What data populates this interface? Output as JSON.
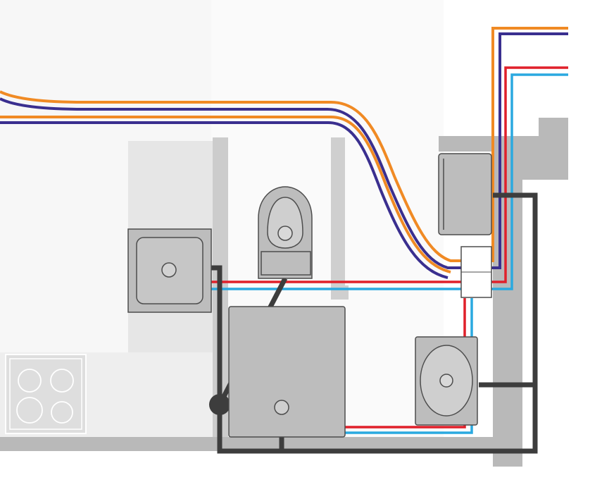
{
  "diagram": {
    "kind": "bathroom-kitchen plumbing and drainage layout",
    "labels": [],
    "colors": {
      "background": "#ffffff",
      "room_fill_light": "#f4f4f4",
      "room_fill_mid": "#e4e4e4",
      "wall": "#b9b9b9",
      "fixture_fill": "#bdbdbd",
      "fixture_stroke": "#4d4d4d",
      "hot_water": "#e0202a",
      "cold_water": "#2aa9e0",
      "heating_flow": "#f08a24",
      "heating_return": "#3a2f8f",
      "drain": "#3d3d3d"
    },
    "fixtures": [
      {
        "id": "sink",
        "icon": "square-basin-icon"
      },
      {
        "id": "toilet",
        "icon": "toilet-icon"
      },
      {
        "id": "bathtub",
        "icon": "square-tub-icon"
      },
      {
        "id": "washbasin",
        "icon": "oval-basin-icon"
      },
      {
        "id": "boiler",
        "icon": "boiler-icon"
      },
      {
        "id": "manifold",
        "icon": "manifold-icon"
      },
      {
        "id": "cooktop",
        "icon": "cooktop-icon"
      }
    ],
    "pipe_systems": [
      "hot-water",
      "cold-water",
      "heating-flow",
      "heating-return",
      "drain"
    ]
  }
}
